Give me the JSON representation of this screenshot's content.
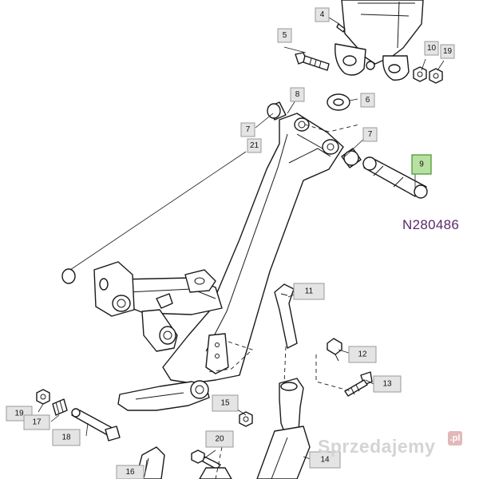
{
  "figure": {
    "reference_code": "N280486",
    "watermark": "Sprzedajemy",
    "watermark_badge": ".pl"
  },
  "callouts": [
    {
      "id": "c4",
      "label": "4"
    },
    {
      "id": "c5",
      "label": "5"
    },
    {
      "id": "c10",
      "label": "10"
    },
    {
      "id": "c19a",
      "label": "19"
    },
    {
      "id": "c8",
      "label": "8"
    },
    {
      "id": "c6",
      "label": "6"
    },
    {
      "id": "c7a",
      "label": "7"
    },
    {
      "id": "c21",
      "label": "21"
    },
    {
      "id": "c7b",
      "label": "7"
    },
    {
      "id": "c9",
      "label": "9",
      "highlighted": true
    },
    {
      "id": "c11",
      "label": "11"
    },
    {
      "id": "c12",
      "label": "12"
    },
    {
      "id": "c13",
      "label": "13"
    },
    {
      "id": "c15",
      "label": "15"
    },
    {
      "id": "c19b",
      "label": "19"
    },
    {
      "id": "c17",
      "label": "17"
    },
    {
      "id": "c18",
      "label": "18"
    },
    {
      "id": "c20",
      "label": "20"
    },
    {
      "id": "c14",
      "label": "14"
    },
    {
      "id": "c16",
      "label": "16"
    }
  ],
  "colors": {
    "callout_fill": "#e4e4e4",
    "callout_highlight": "#b8e0a0",
    "reference_text": "#5a2a6a",
    "watermark_text": "#d4d4d4"
  }
}
